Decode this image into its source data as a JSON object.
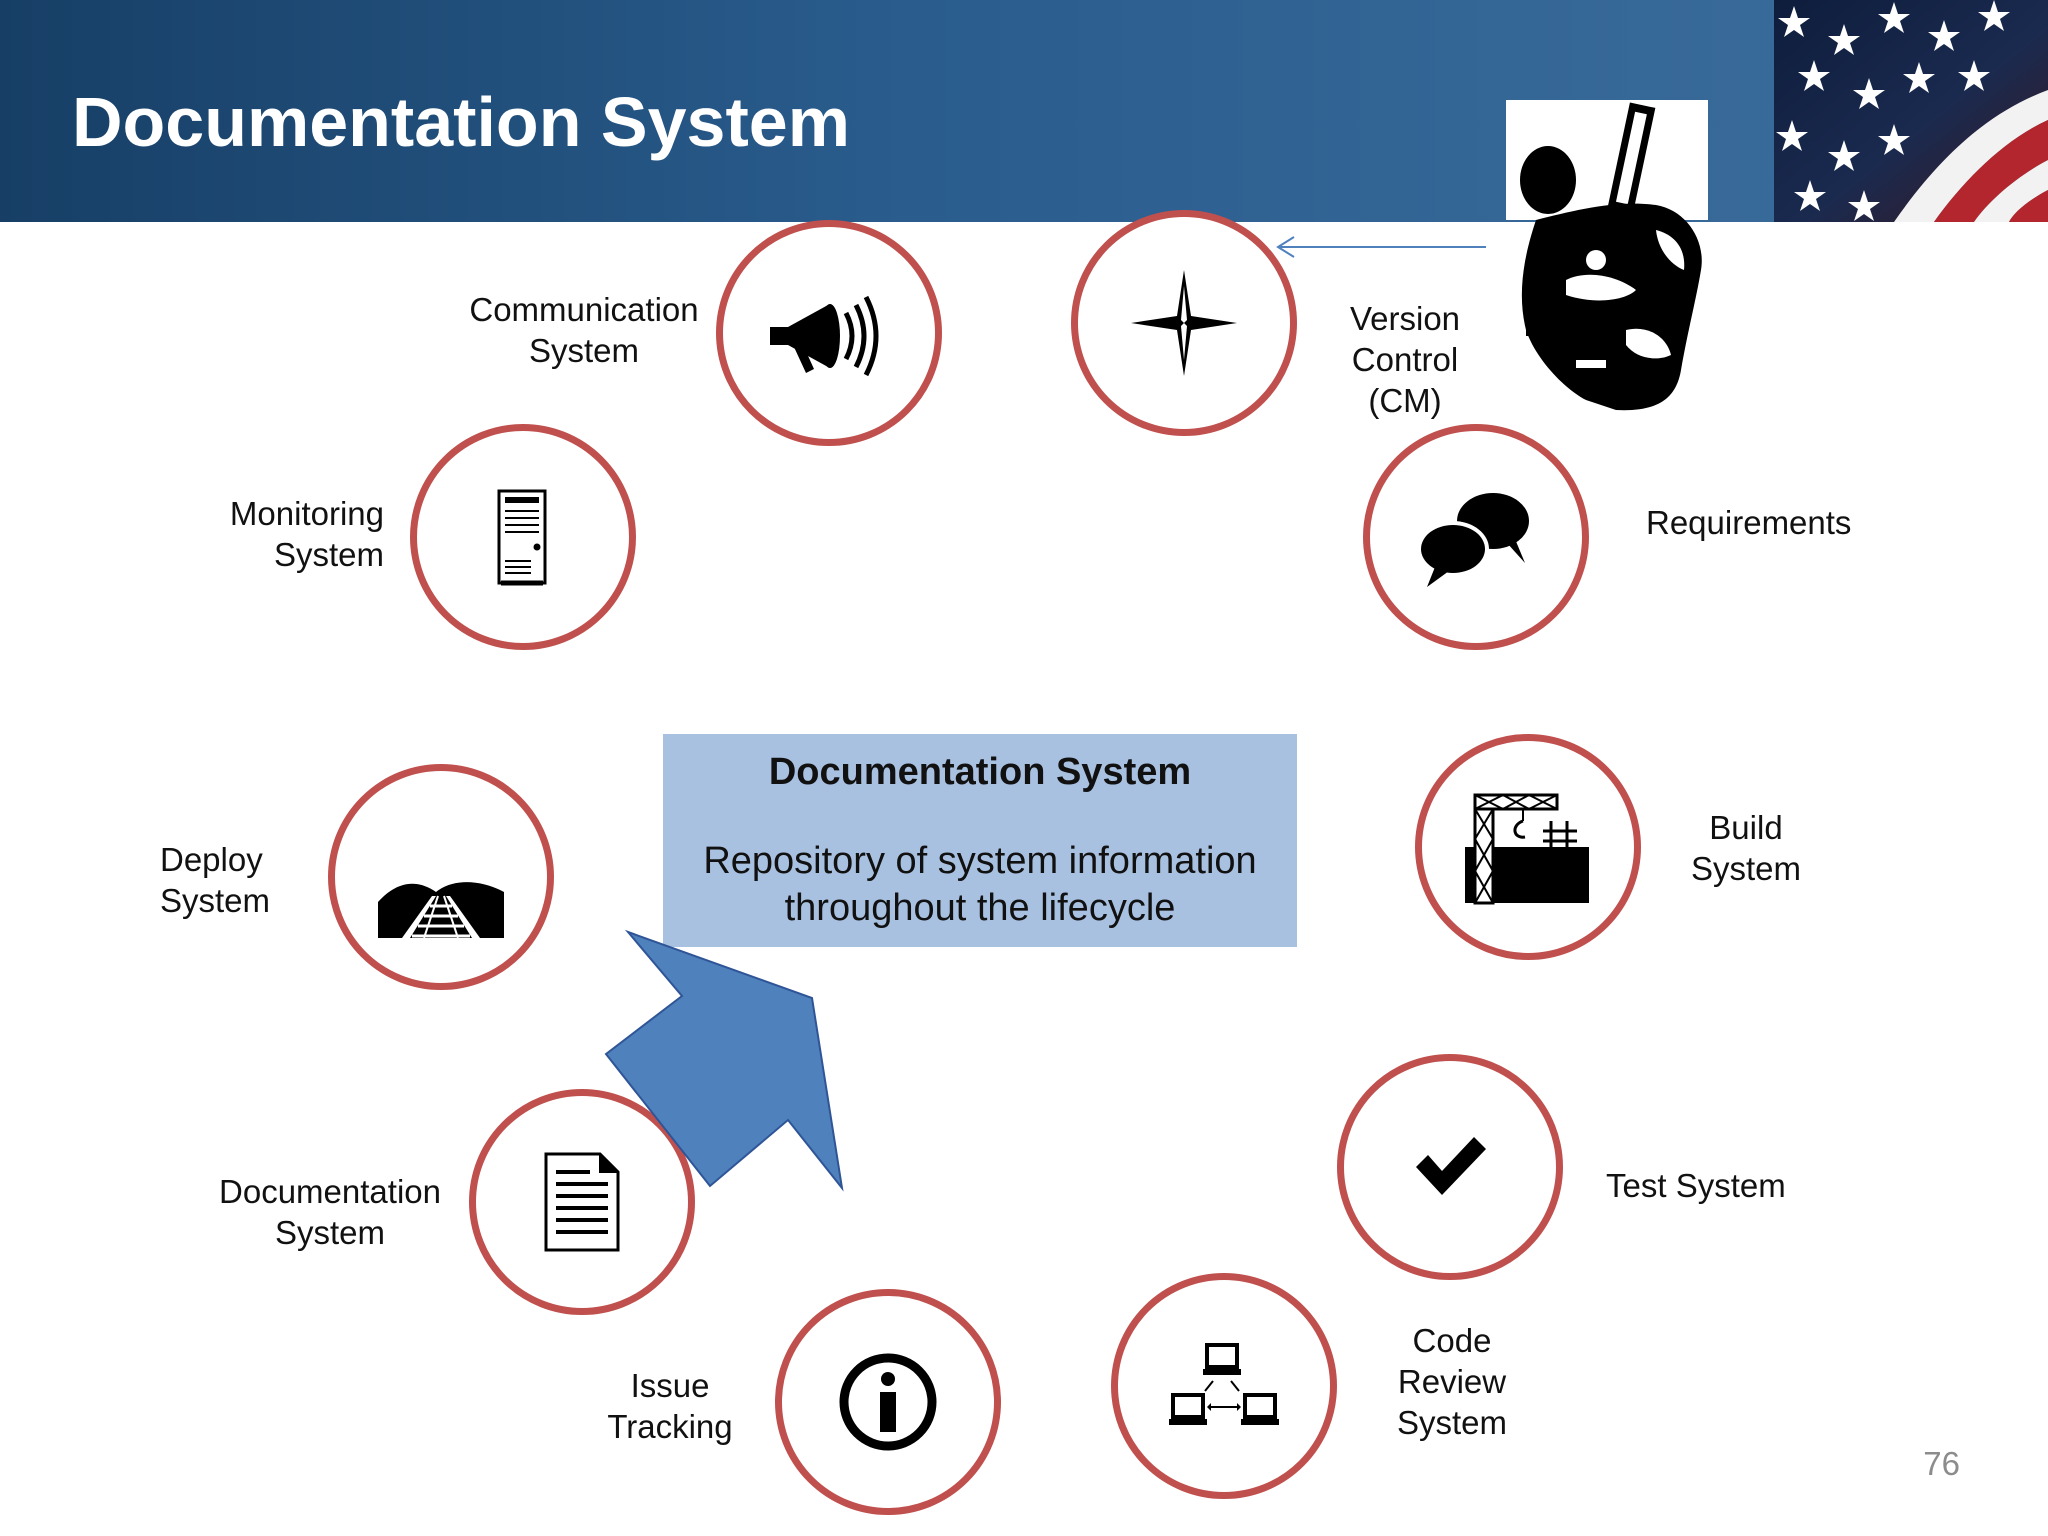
{
  "slide": {
    "title": "Documentation System",
    "page_number": "76"
  },
  "center_box": {
    "title": "Documentation System",
    "description": "Repository of system information\nthroughout the lifecycle"
  },
  "nodes": {
    "communication": {
      "label": "Communication\nSystem",
      "icon": "megaphone-icon"
    },
    "version_control": {
      "label": "Version\nControl\n(CM)",
      "icon": "compass-star-icon"
    },
    "monitoring": {
      "label": "Monitoring\nSystem",
      "icon": "server-icon"
    },
    "requirements": {
      "label": "Requirements",
      "icon": "speech-bubbles-icon"
    },
    "deploy": {
      "label": "Deploy\nSystem",
      "icon": "railroad-track-icon"
    },
    "build": {
      "label": "Build\nSystem",
      "icon": "construction-crane-icon"
    },
    "documentation": {
      "label": "Documentation\nSystem",
      "icon": "document-icon"
    },
    "test": {
      "label": "Test System",
      "icon": "checkmark-icon"
    },
    "issue_tracking": {
      "label": "Issue\nTracking",
      "icon": "info-icon"
    },
    "code_review": {
      "label": "Code\nReview\nSystem",
      "icon": "network-computers-icon"
    }
  },
  "colors": {
    "banner": "#2a5d8e",
    "ring": "#c0504d",
    "center_box": "#a9c1e1",
    "arrow": "#4f81bd"
  }
}
